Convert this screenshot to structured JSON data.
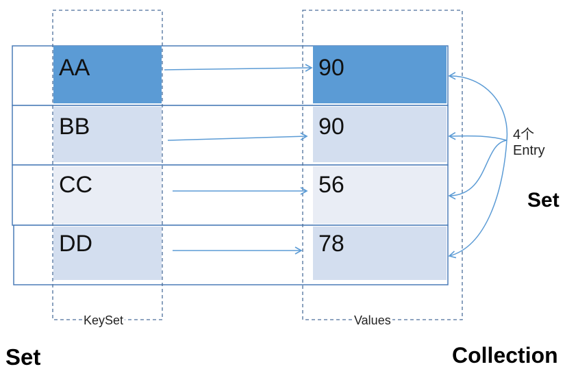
{
  "rows": [
    {
      "key": "AA",
      "value": "90"
    },
    {
      "key": "BB",
      "value": "90"
    },
    {
      "key": "CC",
      "value": "56"
    },
    {
      "key": "DD",
      "value": "78"
    }
  ],
  "labels": {
    "keyset": "KeySet",
    "values": "Values",
    "set_left": "Set",
    "collection": "Collection",
    "set_right": "Set",
    "entry_count": "4个",
    "entry_word": "Entry"
  },
  "colors": {
    "highlight": "#5b9bd5",
    "light_a": "#d3deef",
    "light_b": "#e9edf5",
    "line": "#4a7bb7",
    "arrow": "#5b9bd5",
    "dash": "#4a6e9a"
  }
}
